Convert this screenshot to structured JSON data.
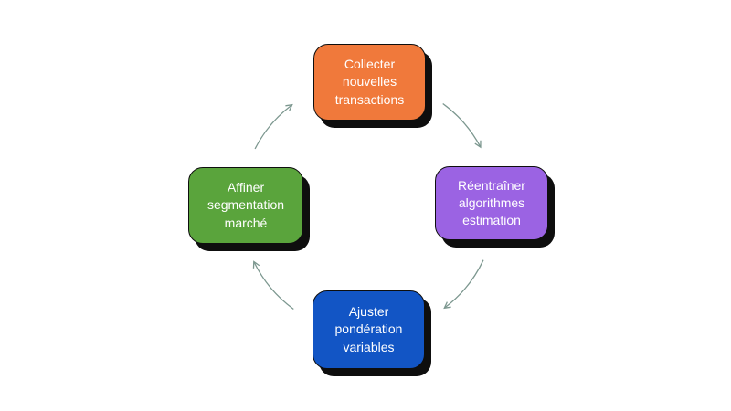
{
  "diagram": {
    "type": "cycle",
    "direction": "clockwise",
    "background": "#FFFFFF",
    "nodes": [
      {
        "position": "top",
        "label": "Collecter nouvelles transactions",
        "fill": "#F0793B"
      },
      {
        "position": "right",
        "label": "Réentraîner algorithmes estimation",
        "fill": "#9B63E3"
      },
      {
        "position": "bottom",
        "label": "Ajuster pondération variables",
        "fill": "#1255C5"
      },
      {
        "position": "left",
        "label": "Affiner segmentation marché",
        "fill": "#5AA43C"
      }
    ],
    "node_text_color": "#FFFFFF",
    "node_outline_color": "#0E0E0E",
    "node_shadow_color": "#0E0E0E",
    "arrow_color": "#7C978F"
  }
}
